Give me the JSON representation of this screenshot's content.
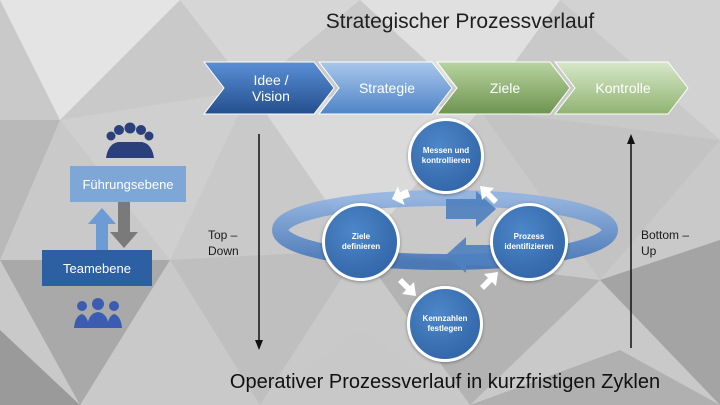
{
  "title": "Strategischer Prozessverlauf",
  "bottom_title": "Operativer Prozessverlauf in kurzfristigen Zyklen",
  "chevrons": [
    {
      "line1": "Idee /",
      "line2": "Vision",
      "color": "#2e62a8"
    },
    {
      "line1": "Strategie",
      "line2": "",
      "color": "#5b8fd0"
    },
    {
      "line1": "Ziele",
      "line2": "",
      "color": "#7a9f5a"
    },
    {
      "line1": "Kontrolle",
      "line2": "",
      "color": "#9bbd7e"
    }
  ],
  "cycle": {
    "top": {
      "line1": "Messen und",
      "line2": "kontrollieren"
    },
    "right": {
      "line1": "Prozess",
      "line2": "identifizieren"
    },
    "bottom": {
      "line1": "Kennzahlen",
      "line2": "festlegen"
    },
    "left": {
      "line1": "Ziele",
      "line2": "definieren"
    }
  },
  "left_panel": {
    "upper_box": "Führungsebene",
    "lower_box": "Teamebene",
    "upper_color": "#7ea7d8",
    "lower_color": "#2d5fa3"
  },
  "top_down": {
    "line1": "Top –",
    "line2": "Down"
  },
  "bottom_up": {
    "line1": "Bottom –",
    "line2": "Up"
  },
  "icons": [
    "people-group-icon",
    "people-group-icon"
  ]
}
